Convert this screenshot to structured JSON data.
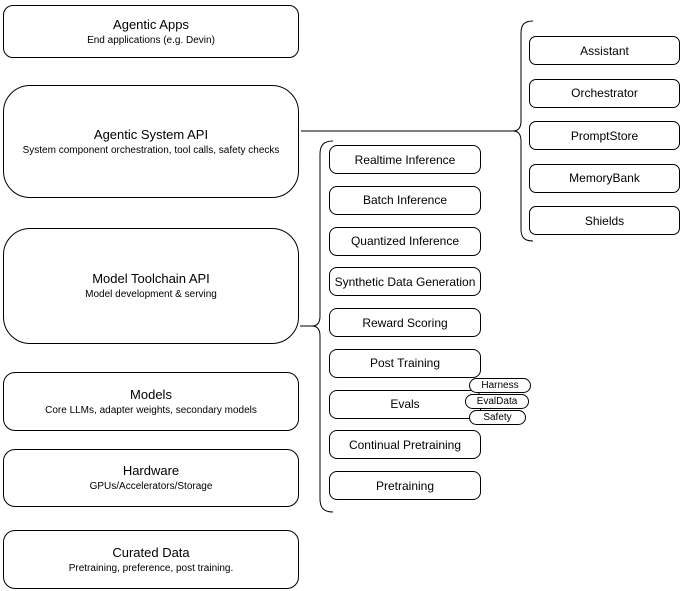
{
  "canvas": {
    "background": "#ffffff",
    "stroke_color": "#000000",
    "text_color": "#000000"
  },
  "left_column": {
    "boxes": [
      {
        "title": "Agentic Apps",
        "subtitle": "End applications (e.g. Devin)"
      },
      {
        "title": "Agentic System API",
        "subtitle": "System component orchestration, tool calls, safety checks"
      },
      {
        "title": "Model Toolchain API",
        "subtitle": "Model development & serving"
      },
      {
        "title": "Models",
        "subtitle": "Core LLMs, adapter weights, secondary models"
      },
      {
        "title": "Hardware",
        "subtitle": "GPUs/Accelerators/Storage"
      },
      {
        "title": "Curated Data",
        "subtitle": "Pretraining, preference, post training."
      }
    ]
  },
  "middle_column": {
    "boxes": [
      {
        "label": "Realtime Inference"
      },
      {
        "label": "Batch Inference"
      },
      {
        "label": "Quantized Inference"
      },
      {
        "label": "Synthetic Data Generation"
      },
      {
        "label": "Reward Scoring"
      },
      {
        "label": "Post Training"
      },
      {
        "label": "Evals"
      },
      {
        "label": "Continual Pretraining"
      },
      {
        "label": "Pretraining"
      }
    ]
  },
  "evals_tags": [
    {
      "label": "Harness"
    },
    {
      "label": "EvalData"
    },
    {
      "label": "Safety"
    }
  ],
  "right_column": {
    "boxes": [
      {
        "label": "Assistant"
      },
      {
        "label": "Orchestrator"
      },
      {
        "label": "PromptStore"
      },
      {
        "label": "MemoryBank"
      },
      {
        "label": "Shields"
      }
    ]
  }
}
